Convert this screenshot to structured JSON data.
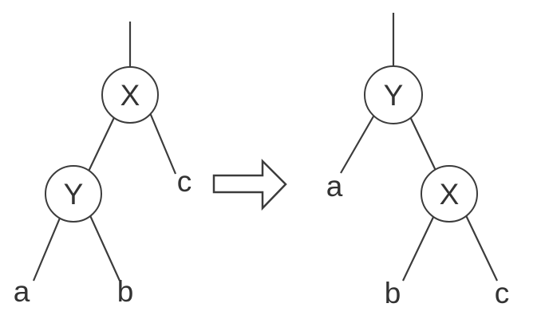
{
  "diagram": {
    "stroke_color": "#3c3c3c",
    "text_color": "#333333",
    "background_color": "#ffffff",
    "arrow_icon": "right-arrow"
  },
  "left_tree": {
    "root_label": "X",
    "left_child_label": "Y",
    "leaf_a": "a",
    "leaf_b": "b",
    "leaf_c": "c"
  },
  "right_tree": {
    "root_label": "Y",
    "right_child_label": "X",
    "leaf_a": "a",
    "leaf_b": "b",
    "leaf_c": "c"
  }
}
